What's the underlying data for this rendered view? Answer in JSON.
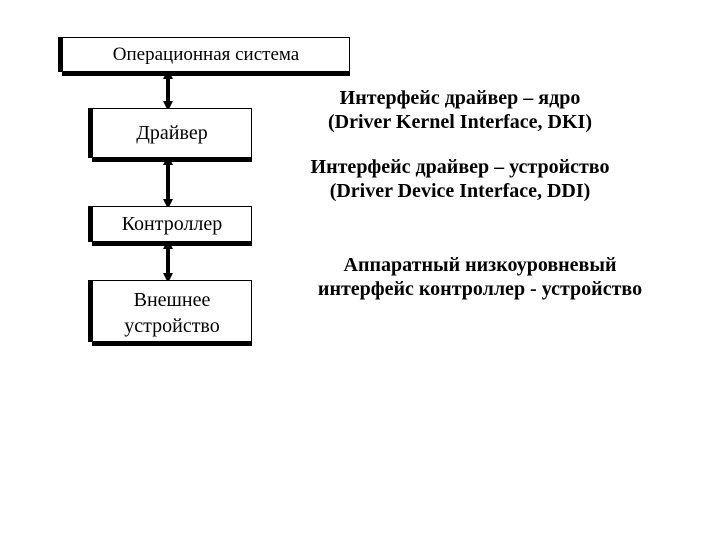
{
  "diagram": {
    "boxes": {
      "os": "Операционная система",
      "driver": "Драйвер",
      "controller": "Контроллер",
      "device_line1": "Внешнее",
      "device_line2": "устройство"
    },
    "interfaces": {
      "dki_line1": "Интерфейс драйвер – ядро",
      "dki_line2": "(Driver Kernel Interface, DKI)",
      "ddi_line1": "Интерфейс драйвер – устройство",
      "ddi_line2": "(Driver Device Interface, DDI)",
      "hw_line1": "Аппаратный низкоуровневый",
      "hw_line2": "интерфейс контроллер - устройство"
    },
    "colors": {
      "line": "#000000",
      "box_fill": "#ffffff"
    }
  }
}
